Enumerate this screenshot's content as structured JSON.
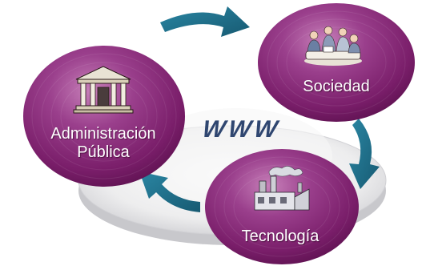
{
  "center": {
    "text": "WWW"
  },
  "nodes": {
    "administracion": {
      "line1": "Administración",
      "line2": "Pública",
      "icon": "government-building-icon"
    },
    "sociedad": {
      "line1": "Sociedad",
      "icon": "people-meeting-icon"
    },
    "tecnologia": {
      "line1": "Tecnología",
      "icon": "factory-icon"
    }
  },
  "colors": {
    "node_purple": "#7a1e6a",
    "node_highlight": "#c27ab4",
    "arrow_teal": "#1f6e89",
    "platform_gray": "#dcdcdf",
    "center_text": "#2f4670"
  }
}
